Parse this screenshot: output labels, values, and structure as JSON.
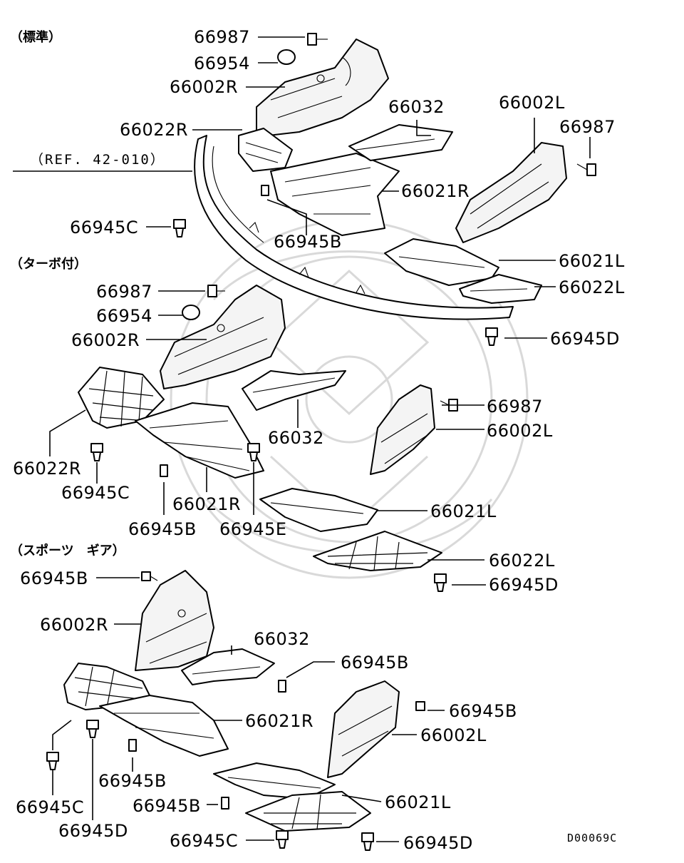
{
  "diagram": {
    "code": "D00069C",
    "reference": "（REF. 42-010）",
    "sections": {
      "standard": "（標準）",
      "turbo": "（ターボ付）",
      "sports": "（スポーツ　ギア）"
    },
    "labels": {
      "s1_66987": "66987",
      "s1_66954": "66954",
      "s1_66002R": "66002R",
      "s1_66032": "66032",
      "s1_66002L": "66002L",
      "s1_66987b": "66987",
      "s1_66022R": "66022R",
      "s1_66021R": "66021R",
      "s1_66945C": "66945C",
      "s1_66945B": "66945B",
      "s1_66021L": "66021L",
      "s1_66022L": "66022L",
      "s1_66945D": "66945D",
      "s2_66987": "66987",
      "s2_66954": "66954",
      "s2_66002R": "66002R",
      "s2_66987b": "66987",
      "s2_66002L": "66002L",
      "s2_66032": "66032",
      "s2_66022R": "66022R",
      "s2_66945C": "66945C",
      "s2_66021R": "66021R",
      "s2_66945B": "66945B",
      "s2_66945E": "66945E",
      "s2_66021L": "66021L",
      "s2_66022L": "66022L",
      "s2_66945D": "66945D",
      "s3_66945B_a": "66945B",
      "s3_66002R": "66002R",
      "s3_66032": "66032",
      "s3_66945B_b": "66945B",
      "s3_66945B_c": "66945B",
      "s3_66021R": "66021R",
      "s3_66002L": "66002L",
      "s3_66945B_d": "66945B",
      "s3_66945C": "66945C",
      "s3_66945D": "66945D",
      "s3_66945B_e": "66945B",
      "s3_66021L": "66021L",
      "s3_66945C_b": "66945C",
      "s3_66945D_b": "66945D"
    }
  }
}
